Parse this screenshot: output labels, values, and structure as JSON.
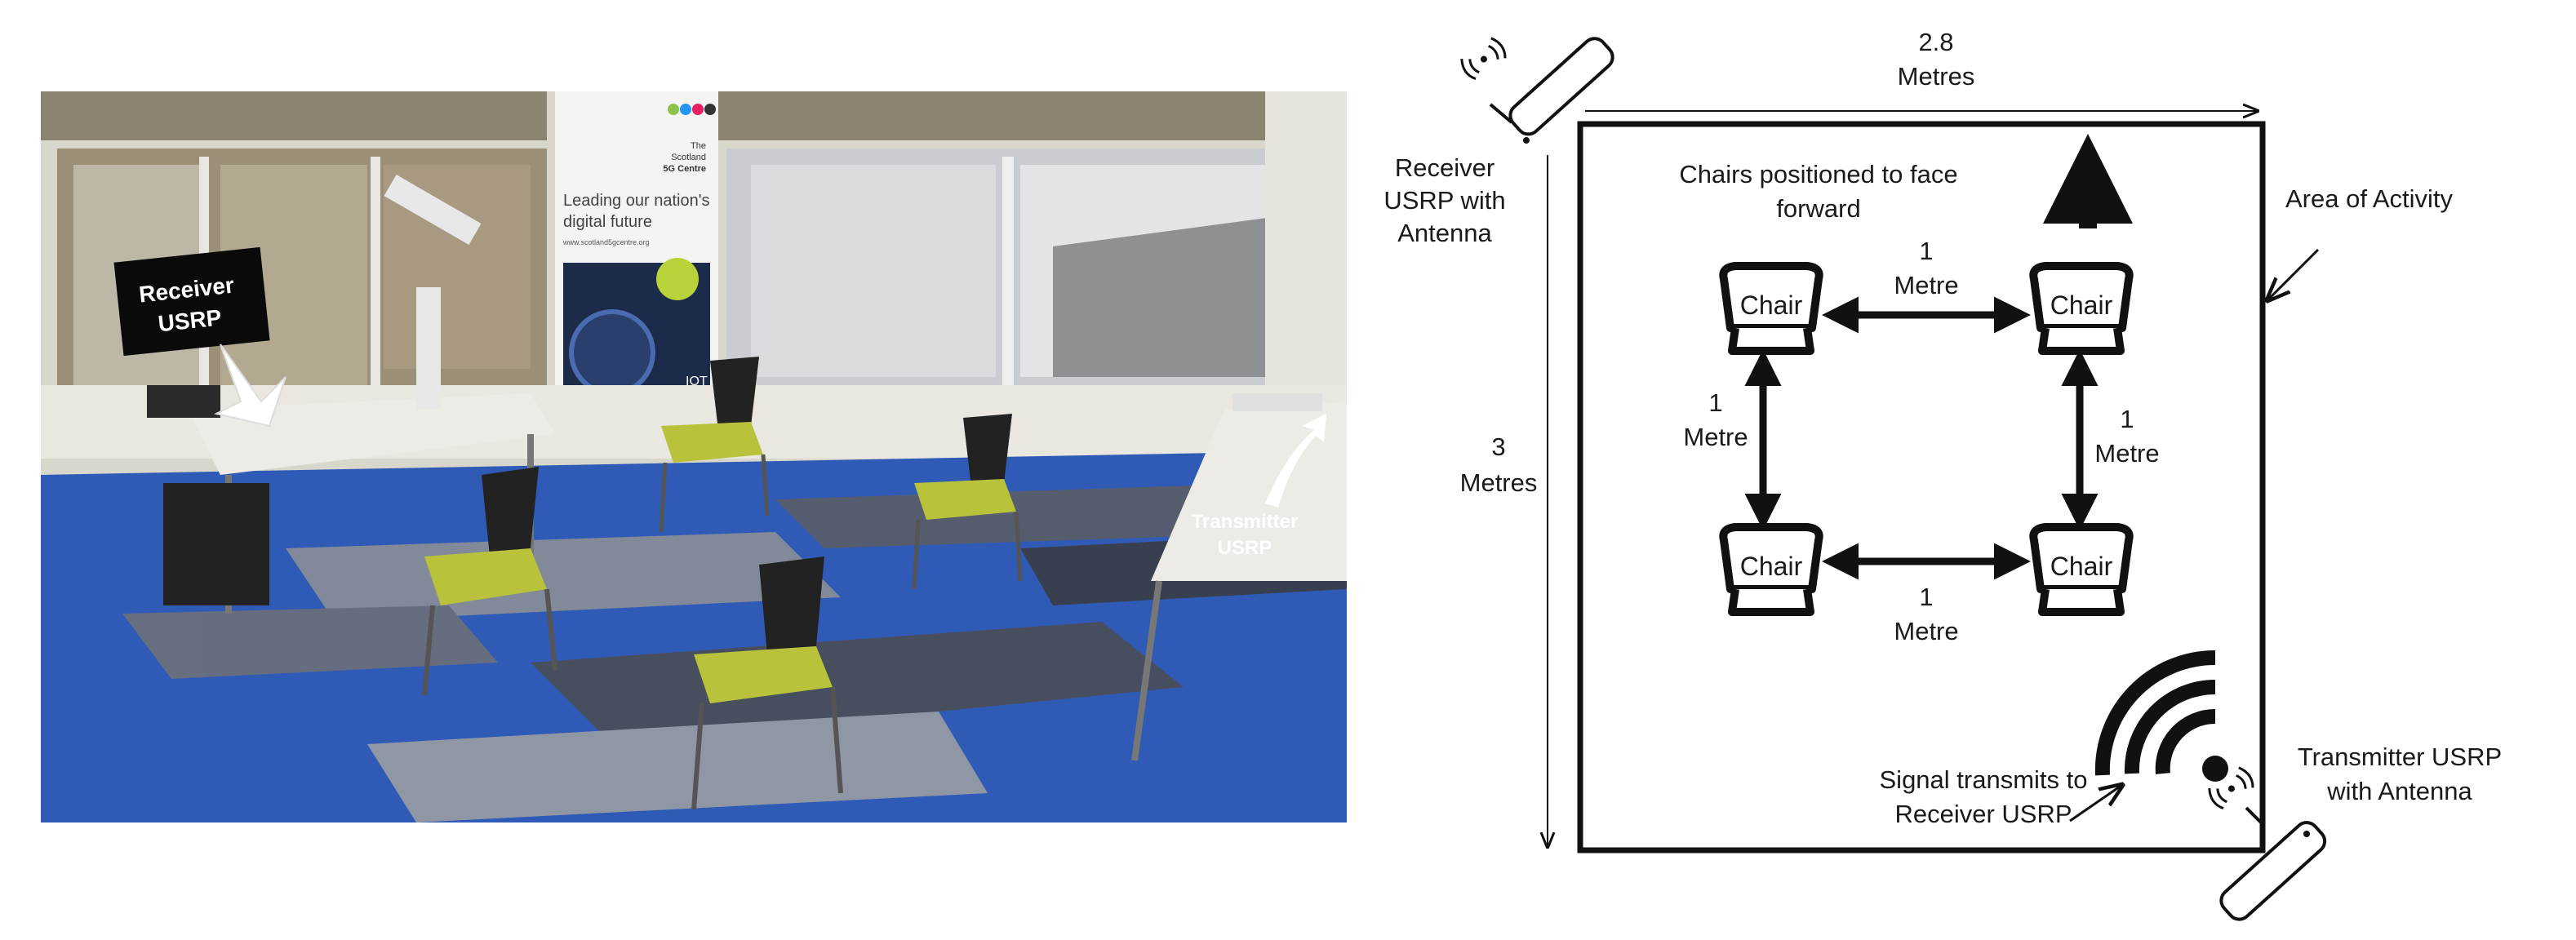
{
  "photo": {
    "receiver_label": [
      "Receiver",
      "USRP"
    ],
    "transmitter_label": [
      "Transmitter",
      "USRP"
    ],
    "banner": {
      "org_line1": "The",
      "org_line2": "Scotland",
      "org_line3": "5G Centre",
      "tagline_line1": "Leading our nation's",
      "tagline_line2": "digital future",
      "url": "www.scotland5gcentre.org",
      "badge": "IOT"
    }
  },
  "diagram": {
    "width_label": [
      "2.8",
      "Metres"
    ],
    "height_label": [
      "3",
      "Metres"
    ],
    "receiver_label": [
      "Receiver",
      "USRP with",
      "Antenna"
    ],
    "transmitter_label": [
      "Transmitter USRP",
      "with Antenna"
    ],
    "area_label": "Area of Activity",
    "chairs_note": [
      "Chairs positioned to face",
      "forward"
    ],
    "chair_label": "Chair",
    "gap_top": [
      "1",
      "Metre"
    ],
    "gap_bottom": [
      "1",
      "Metre"
    ],
    "gap_left": [
      "1",
      "Metre"
    ],
    "gap_right": [
      "1",
      "Metre"
    ],
    "signal_label": [
      "Signal transmits to",
      "Receiver USRP"
    ]
  },
  "colors": {
    "carpet_blue": "#2f5bb7",
    "chair_seat": "#b8c23a",
    "diagram_stroke": "#111111"
  }
}
